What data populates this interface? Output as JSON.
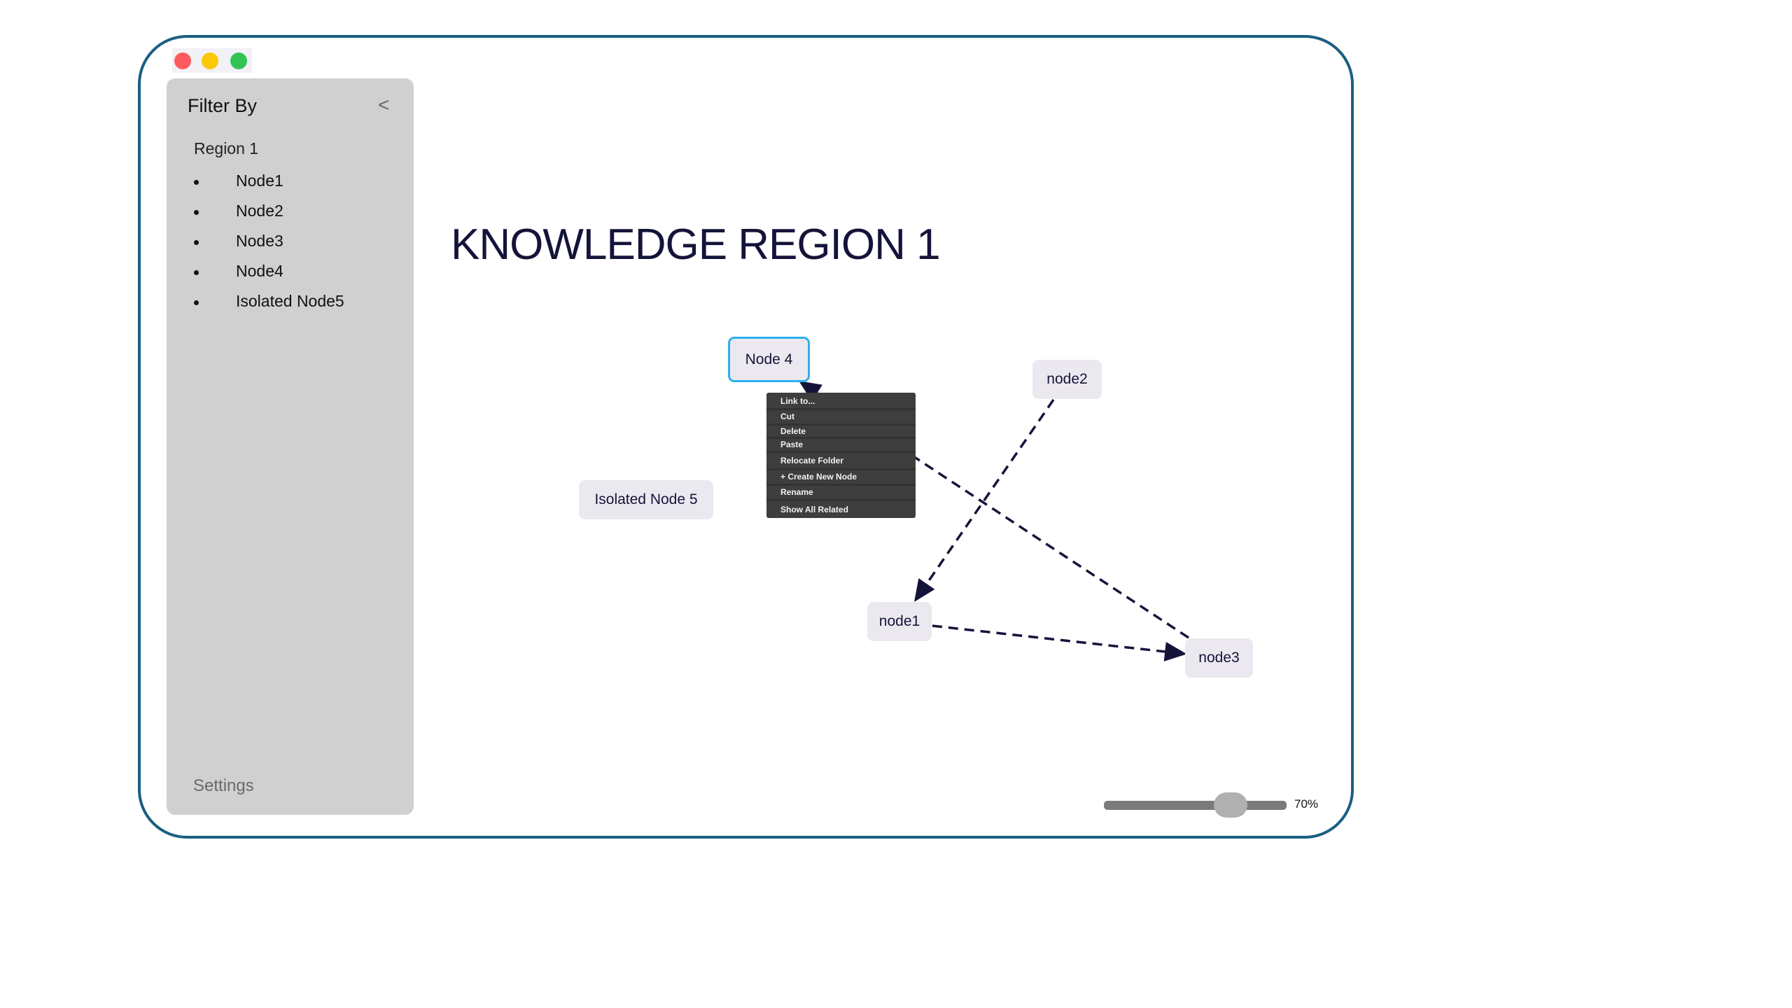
{
  "window": {
    "controls": [
      {
        "name": "close",
        "color": "#fd5b5d"
      },
      {
        "name": "minimize",
        "color": "#fbc805"
      },
      {
        "name": "maximize",
        "color": "#31c455"
      }
    ]
  },
  "sidebar": {
    "title": "Filter By",
    "collapse_label": "<",
    "region": "Region 1",
    "items": [
      "Node1",
      "Node2",
      "Node3",
      "Node4",
      "Isolated Node5"
    ],
    "settings": "Settings"
  },
  "main": {
    "title": "KNOWLEDGE REGION 1"
  },
  "nodes": {
    "node4": "Node 4",
    "node2": "node2",
    "isolated": "Isolated Node 5",
    "node1": "node1",
    "node3": "node3"
  },
  "context_menu": [
    "Link to...",
    "Cut",
    "Delete",
    "Paste",
    "Relocate Folder",
    "+ Create New Node",
    "Rename",
    "Show All Related"
  ],
  "zoom": {
    "value_percent": 70,
    "slider_fraction": 0.6,
    "label": "70%"
  },
  "colors": {
    "accent": "#2bb0ef",
    "edge": "#14143a",
    "frame": "#1b5f82"
  }
}
